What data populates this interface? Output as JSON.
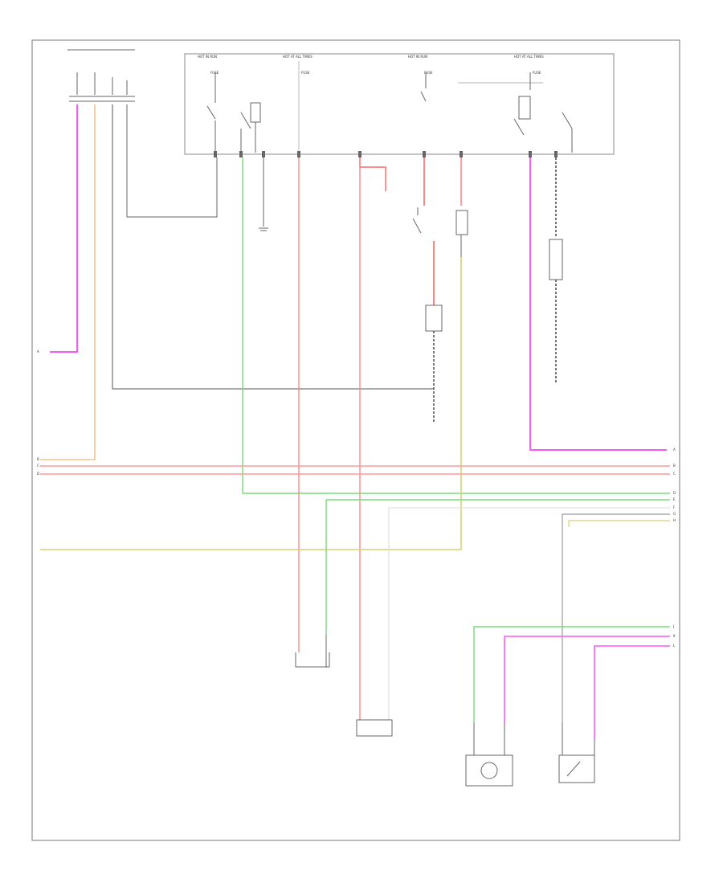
{
  "diagram": {
    "footer_code": "",
    "colors": {
      "pink": "#ff55ff",
      "red": "#ff8888",
      "green": "#77dd77",
      "tan": "#f2c48a",
      "yellow": "#d6d27a",
      "black": "#444444",
      "gray": "#9a9a9a",
      "pale": "#e8e8e8"
    },
    "module": {
      "top_labels": [
        "HOT IN RUN",
        "HOT AT ALL TIMES",
        "HOT IN RUN",
        "HOT AT ALL TIMES"
      ],
      "inner_labels": [
        "FUSE",
        "FUSE",
        "FUSE",
        "FUSE"
      ],
      "name": ""
    },
    "left_fuse_label": "",
    "components": {
      "ground_a": "",
      "horn_relay": "",
      "actuator": "",
      "horn_switch": "",
      "ground_b": "",
      "ground_c": "",
      "left_solenoid": "",
      "mid_solenoid": "",
      "motor": "",
      "switch_right": ""
    },
    "edge_markers": {
      "left": [
        "A",
        "B",
        "C",
        "D"
      ],
      "right": [
        "A",
        "B",
        "C",
        "D",
        "E",
        "F",
        "G",
        "H",
        "J",
        "K",
        "L"
      ]
    }
  }
}
